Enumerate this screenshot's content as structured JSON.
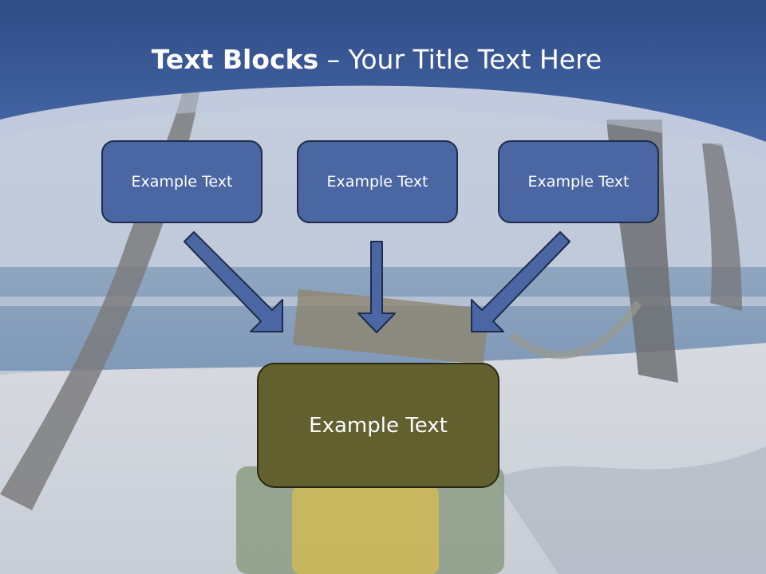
{
  "slide": {
    "title_bold": "Text Blocks",
    "title_rest": " – Your Title Text Here"
  },
  "blocks": {
    "top": [
      {
        "label": "Example Text"
      },
      {
        "label": "Example Text"
      },
      {
        "label": "Example Text"
      }
    ],
    "center": {
      "label": "Example Text"
    }
  },
  "colors": {
    "header_blue": "#3c5b9a",
    "block_blue": "#4a66a3",
    "block_olive": "#636030",
    "arrow_blue": "#4a66a3",
    "arrow_outline": "#1e2d4d"
  },
  "background": {
    "scene": "faded tropical beach with palm trees, hammock and suitcases"
  }
}
